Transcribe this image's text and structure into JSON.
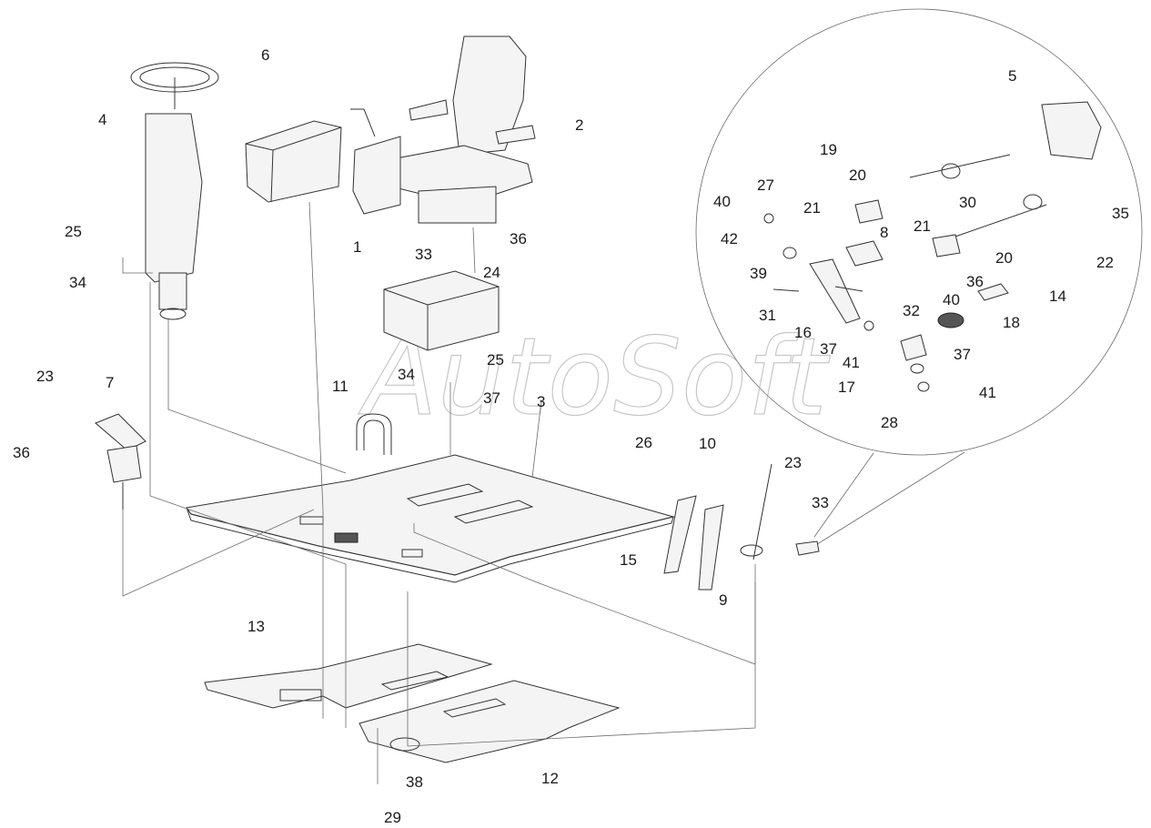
{
  "watermark": "AutoSoft",
  "parts": [
    {
      "id": "l1",
      "text": "1"
    },
    {
      "id": "l2",
      "text": "2"
    },
    {
      "id": "l3",
      "text": "3"
    },
    {
      "id": "l4",
      "text": "4"
    },
    {
      "id": "l5",
      "text": "5"
    },
    {
      "id": "l6",
      "text": "6"
    },
    {
      "id": "l7",
      "text": "7"
    },
    {
      "id": "l8",
      "text": "8"
    },
    {
      "id": "l9",
      "text": "9"
    },
    {
      "id": "l10",
      "text": "10"
    },
    {
      "id": "l11",
      "text": "11"
    },
    {
      "id": "l12",
      "text": "12"
    },
    {
      "id": "l13",
      "text": "13"
    },
    {
      "id": "l14",
      "text": "14"
    },
    {
      "id": "l15",
      "text": "15"
    },
    {
      "id": "l16",
      "text": "16"
    },
    {
      "id": "l17",
      "text": "17"
    },
    {
      "id": "l18",
      "text": "18"
    },
    {
      "id": "l19",
      "text": "19"
    },
    {
      "id": "l20a",
      "text": "20"
    },
    {
      "id": "l20b",
      "text": "20"
    },
    {
      "id": "l21a",
      "text": "21"
    },
    {
      "id": "l21b",
      "text": "21"
    },
    {
      "id": "l22",
      "text": "22"
    },
    {
      "id": "l23a",
      "text": "23"
    },
    {
      "id": "l23b",
      "text": "23"
    },
    {
      "id": "l24",
      "text": "24"
    },
    {
      "id": "l25a",
      "text": "25"
    },
    {
      "id": "l25b",
      "text": "25"
    },
    {
      "id": "l26",
      "text": "26"
    },
    {
      "id": "l27",
      "text": "27"
    },
    {
      "id": "l28",
      "text": "28"
    },
    {
      "id": "l29",
      "text": "29"
    },
    {
      "id": "l30",
      "text": "30"
    },
    {
      "id": "l31",
      "text": "31"
    },
    {
      "id": "l32",
      "text": "32"
    },
    {
      "id": "l33a",
      "text": "33"
    },
    {
      "id": "l33b",
      "text": "33"
    },
    {
      "id": "l34a",
      "text": "34"
    },
    {
      "id": "l34b",
      "text": "34"
    },
    {
      "id": "l35",
      "text": "35"
    },
    {
      "id": "l36a",
      "text": "36"
    },
    {
      "id": "l36b",
      "text": "36"
    },
    {
      "id": "l36c",
      "text": "36"
    },
    {
      "id": "l37a",
      "text": "37"
    },
    {
      "id": "l37b",
      "text": "37"
    },
    {
      "id": "l37c",
      "text": "37"
    },
    {
      "id": "l38",
      "text": "38"
    },
    {
      "id": "l39",
      "text": "39"
    },
    {
      "id": "l40a",
      "text": "40"
    },
    {
      "id": "l40b",
      "text": "40"
    },
    {
      "id": "l41a",
      "text": "41"
    },
    {
      "id": "l41b",
      "text": "41"
    },
    {
      "id": "l42",
      "text": "42"
    }
  ]
}
